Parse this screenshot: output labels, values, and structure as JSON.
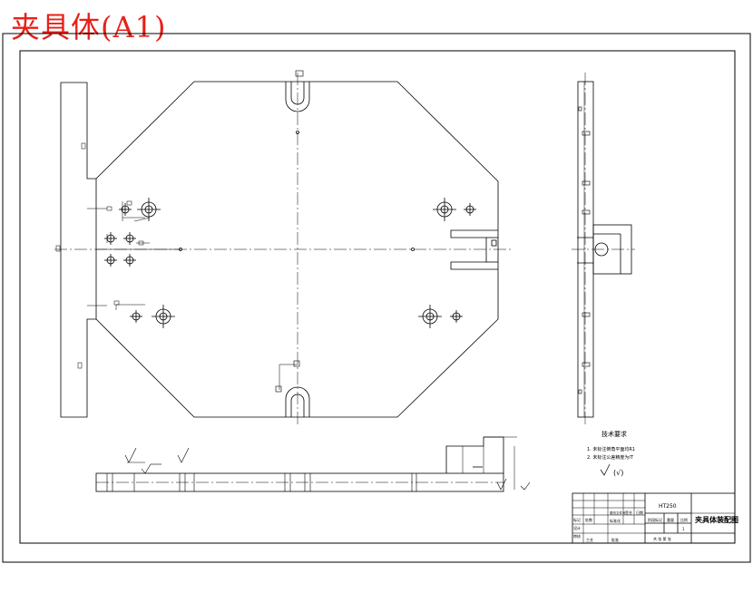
{
  "caption": "夹具体(A1)",
  "colors": {
    "caption": "#e8201a",
    "lines": "#000000",
    "background": "#ffffff"
  },
  "tech_requirements": {
    "heading": "技术要求",
    "items": [
      "1. 未标注倒角平面均R1",
      "2. 未标注公差精度为IT"
    ],
    "roughness_note": "(√)"
  },
  "title_block": {
    "part_name": "夹具体装配图",
    "material": "HT250",
    "count": "1",
    "scale_label": "比例",
    "weight_label": "重量",
    "sheet_label": "共 张 第 张",
    "designer_label": "设计",
    "checker_label": "审核",
    "approver_label": "批准",
    "standard_label": "标准化",
    "process_label": "工艺",
    "date_label": "日期",
    "stage_label": "阶段标记",
    "rev_label": "标记",
    "zone_label": "处数",
    "doc_label": "更改文件号",
    "sign_label": "签名"
  }
}
